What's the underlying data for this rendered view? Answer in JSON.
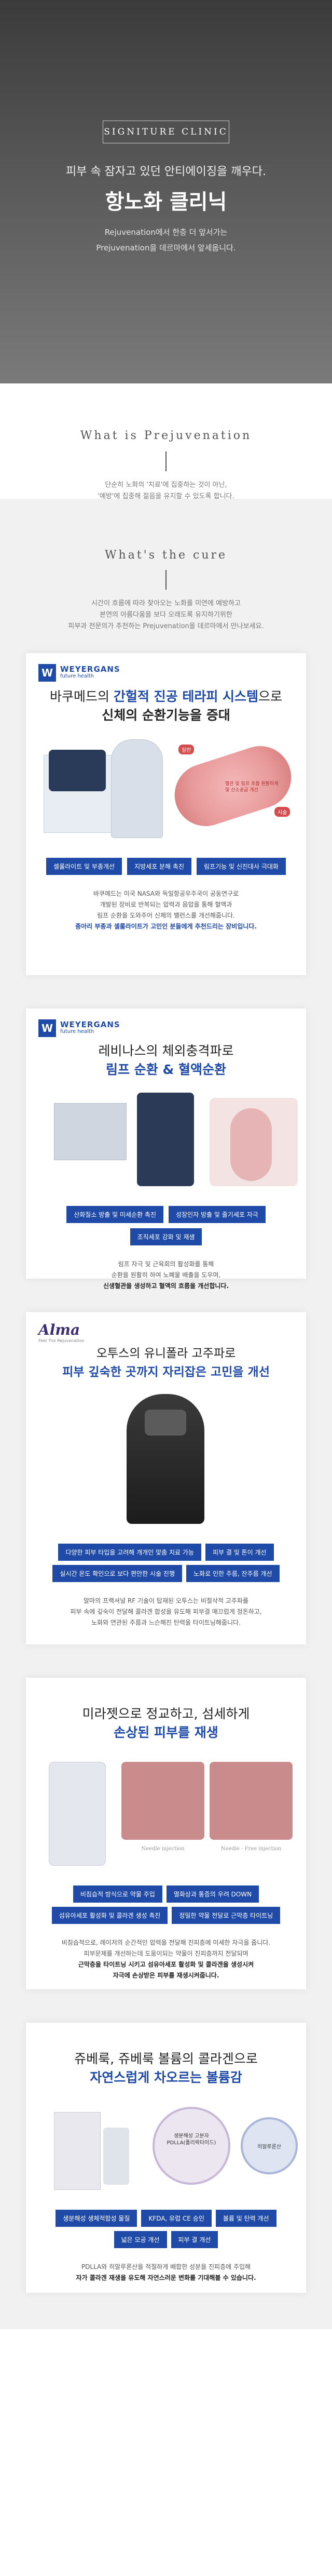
{
  "hero": {
    "badge": "SIGNITURE CLINIC",
    "subtitle": "피부 속 잠자고 있던 안티에이징을 깨우다.",
    "title": "항노화 클리닉",
    "desc1": "Rejuvenation에서 한층 더 앞서가는",
    "desc2": "Prejuvenation을 데르마에서 앞세웁니다."
  },
  "whatis": {
    "heading": "What is Prejuvenation",
    "line1": "단순히 노화의 '치료'에 집중하는 것이 아닌,",
    "line2": "'예방'에 집중해 젊음을 유지할 수 있도록 합니다."
  },
  "cure": {
    "heading": "What's the cure",
    "line1": "시간이 흐름에 따라 찾아오는 노화를 미연에 예방하고",
    "line2": "본연의 아름다움을 보다 오래도록 유지하기위한",
    "line3": "피부과 전문의가 추천하는 Prejuvenation을 데르마에서 만나보세요."
  },
  "cards": [
    {
      "brand": "WEYERGANS",
      "brand_sub": "future health",
      "title_pre": "바쿠메드의 ",
      "title_hl": "간헐적 진공 테라피 시스템",
      "title_post": "으로",
      "title_line2": "신체의 순환기능을 증대",
      "illus_label1": "일반",
      "illus_label2": "시술",
      "illus_note": "혈관 및 림프 흐름 원활하게 및 산소공급 개선",
      "tags": [
        "셀룰라이트 및 부종개선",
        "지방세포 분해 촉진",
        "림프기능 및 신진대사 극대화"
      ],
      "desc1": "바쿠메드는 미국 NASA와 독일항공우주국이 공동연구로",
      "desc2": "개발된 장비로 반복되는 압력과 음압을 통해 혈액과",
      "desc3": "림프 순환을 도와주어 신체의 밸런스를 개선해줍니다.",
      "desc4": "종아리 부종과 셀룰라이트가 고민인 분들에게 추천드리는 장비입니다."
    },
    {
      "brand": "WEYERGANS",
      "brand_sub": "future health",
      "title_line1": "레비나스의 체외충격파로",
      "title_hl": "림프 순환 & 혈액순환",
      "tags": [
        "산화질소 방출 및 미세순환 촉진",
        "성장인자 방출 및 줄기세포 자극",
        "조직세포 강화 및 재생"
      ],
      "desc1": "림프 자극 및 근육회의 활성화를 통해",
      "desc2": "순환을 원활히 하여 노폐물 배출을 도우며,",
      "desc3": "신생혈관을 생성하고 혈액의 흐름을 개선합니다."
    },
    {
      "brand": "Alma",
      "brand_sub": "Feel The Rejuvenation",
      "title_line1": "오투스의 유니폴라 고주파로",
      "title_hl": "피부 깊숙한 곳까지 자리잡은 고민을 개선",
      "tags": [
        "다양한 피부 타입을 고려해 개개인 맞춤 치료 가능",
        "피부 결 및 톤이 개선",
        "실시간 온도 확인으로 보다 편안한 시술 진행",
        "노화로 인한 주름, 잔주름 개선"
      ],
      "desc1": "알마의 프랙셔널 RF 기술이 탑재된 오투스는 비절삭적 고주파를",
      "desc2": "피부 속에 깊숙이 전달해 콜라겐 합성을 유도해 피부결 매끄럽게 정돈하고,",
      "desc3": "노화와 연관된 주름과 느슨해진 탄력을 타이트닝해줍니다."
    },
    {
      "title_line1": "미라젯으로 정교하고, 섬세하게",
      "title_hl": "손상된 피부를 재생",
      "label_left": "Needle injection",
      "label_right": "Needle - Free injection",
      "tags": [
        "비침습적 방식으로 약물 주입",
        "멸화상과 통증의 우려 DOWN",
        "섬유아세포 활성화 및 콜라겐 생성 촉진",
        "정밀한 약물 전달로 근막층 타이트닝"
      ],
      "desc1": "비침습적으로, 레이저의 순간적인 압력을 전달해 진피층에 미세한 자극을 줍니다.",
      "desc2": "피부문제를 개선하는데 도움이되는 약물이 진피층까지 전달되며",
      "desc3": "근막층을 타이트닝 시키고 섬유아세포 활성화 및 콜라겐을 생성시켜",
      "desc4": "자극에 손상받은 피부를 재생시켜줍니다."
    },
    {
      "title_line1": "쥬베룩, 쥬베룩 볼륨의 콜라겐으로",
      "title_hl": "자연스럽게 차오르는 볼륨감",
      "bubble1": "생분해성 고분자 PDLLA(폴리락타이드)",
      "bubble2": "히알루론산",
      "tags": [
        "생분해성 생체적합성 물질",
        "KFDA, 유럽 CE 승인",
        "볼륨 및 탄력 개선",
        "넓은 모공 개선",
        "피부 결 개선"
      ],
      "desc1": "PDLLA와 히알루론산을 적절하게 배합한 성분을 진피층에 주입해",
      "desc2": "자가 콜라겐 재생을 유도해 자연스러운 변화를 기대해볼 수 있습니다."
    }
  ],
  "colors": {
    "accent": "#1f4aa8",
    "hero_bg": "#4a4a4a",
    "section_bg": "#f1f1f1"
  }
}
